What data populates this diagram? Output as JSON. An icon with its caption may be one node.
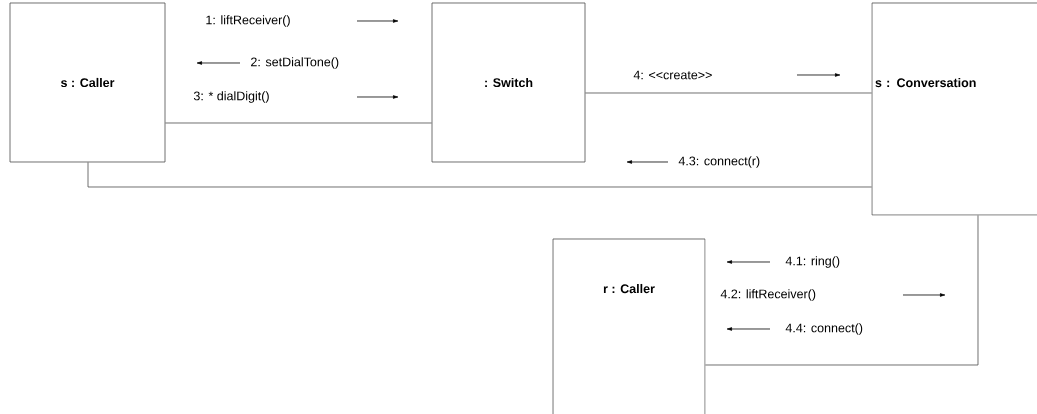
{
  "diagram": {
    "nodes": [
      {
        "text": [
          "s : Caller"
        ]
      },
      {
        "text": [
          ": Switch"
        ]
      },
      {
        "text": [
          "s : Conversation"
        ]
      },
      {
        "text": [
          "r : Caller"
        ]
      }
    ],
    "edges": [
      {
        "from": 0,
        "to": 1,
        "arrow": "none"
      },
      {
        "from": 1,
        "to": 2,
        "arrow": "none"
      },
      {
        "from": 0,
        "to": 2,
        "arrow": "none"
      },
      {
        "from": 2,
        "to": 3,
        "arrow": "none"
      }
    ],
    "labels": [
      "1: liftReceiver()",
      "2: setDialTone()",
      "3: * dialDigit()",
      "4: <<create>>",
      "4.3: connect(r)",
      "4.1: ring()",
      "4.2: liftReceiver()",
      "4.4: connect()"
    ]
  }
}
